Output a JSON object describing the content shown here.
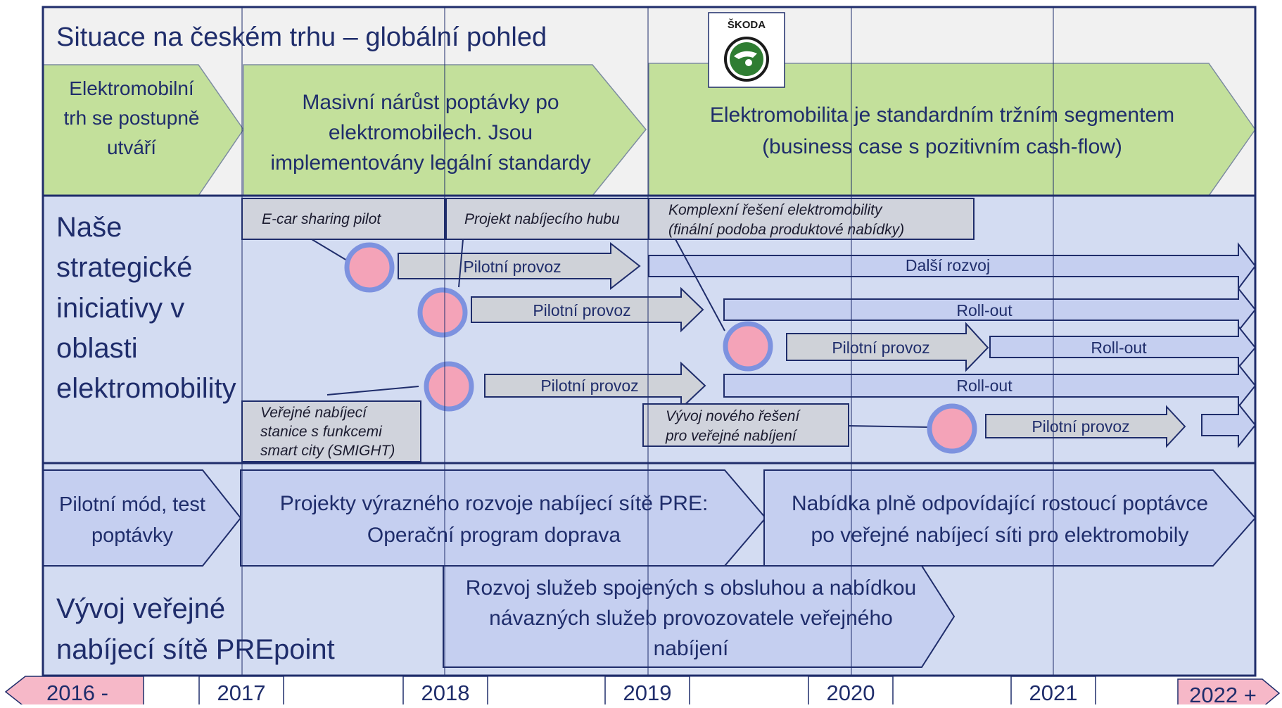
{
  "title": "Situace na českém trhu – globální pohled",
  "logo": {
    "brand": "ŠKODA",
    "icon": "skoda-winged-arrow-icon"
  },
  "market_phases": [
    "Elektromobilní trh se postupně utváří",
    "Masivní nárůst poptávky po elektromobilech. Jsou implementovány legální standardy",
    "Elektromobilita je standardním tržním segmentem (business case s pozitivním cash-flow)"
  ],
  "initiatives": {
    "heading": "Naše strategické iniciativy v oblasti elektromobility",
    "boxes": {
      "ecar": "E-car sharing pilot",
      "hub": "Projekt nabíjecího hubu",
      "komplex_l1": "Komplexní řešení elektromobility",
      "komplex_l2": "(finální podoba produktové nabídky)",
      "verejne_l1": "Veřejné nabíjecí",
      "verejne_l2": "stanice s funkcemi",
      "verejne_l3": "smart city (SMIGHT)",
      "vyvoj_l1": "Vývoj nového řešení",
      "vyvoj_l2": "pro veřejné nabíjení"
    },
    "arrows": {
      "pilotni": "Pilotní provoz",
      "dalsi": "Další rozvoj",
      "rollout": "Roll-out"
    }
  },
  "prepoint": {
    "heading": "Vývoj veřejné nabíjecí sítě PREpoint",
    "phases": [
      "Pilotní mód, test poptávky",
      "Projekty výrazného rozvoje nabíjecí sítě PRE: Operační program doprava",
      "Nabídka plně odpovídající rostoucí poptávce po veřejné nabíjecí síti pro elektromobily"
    ],
    "services": "Rozvoj služeb spojených s obsluhou a nabídkou návazných služeb provozovatele veřejného nabíjení"
  },
  "timeline": [
    "2016 -",
    "2017",
    "2018",
    "2019",
    "2020",
    "2021",
    "2022 +"
  ],
  "colors": {
    "border": "#1f2d6b",
    "green": "#c3e09b",
    "blue_bg": "#d3dcf2",
    "blue_arrow": "#c5cff0",
    "gray_box": "#d0d3dc",
    "gray_arrow": "#cfd2d8",
    "circle_fill": "#f4a3b8",
    "circle_ring": "#7d92df",
    "pink": "#f6b8c8",
    "top_bg": "#f1f1f1"
  }
}
